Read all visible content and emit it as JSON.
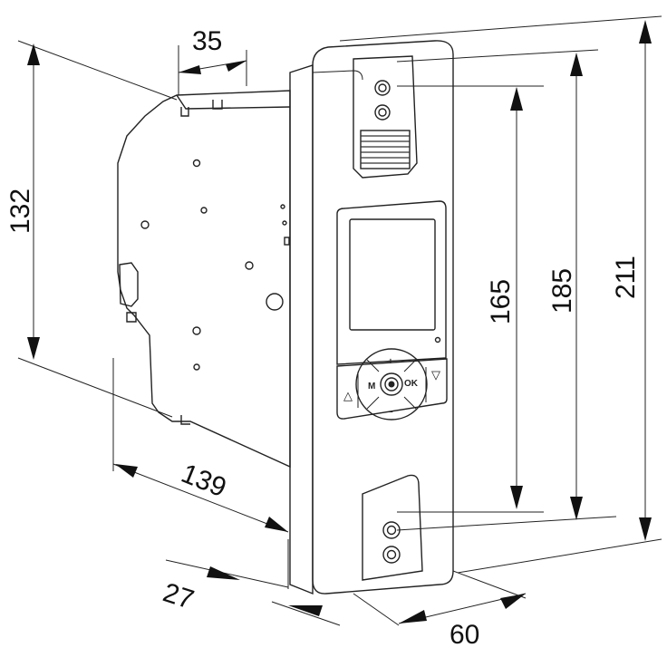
{
  "dimensions": {
    "width_top": "35",
    "height_side": "132",
    "depth_bottom": "139",
    "thickness": "27",
    "width_front": "60",
    "h1": "165",
    "h2": "185",
    "h3": "211"
  },
  "keypad": {
    "plus": "+",
    "minus": "–",
    "menu": "M",
    "ok": "OK",
    "up_symbol": "△",
    "down_symbol": "▽"
  },
  "colors": {
    "line": "#222222",
    "panel_gray": "#e8e8e8",
    "screen": "#cfcfcf"
  }
}
